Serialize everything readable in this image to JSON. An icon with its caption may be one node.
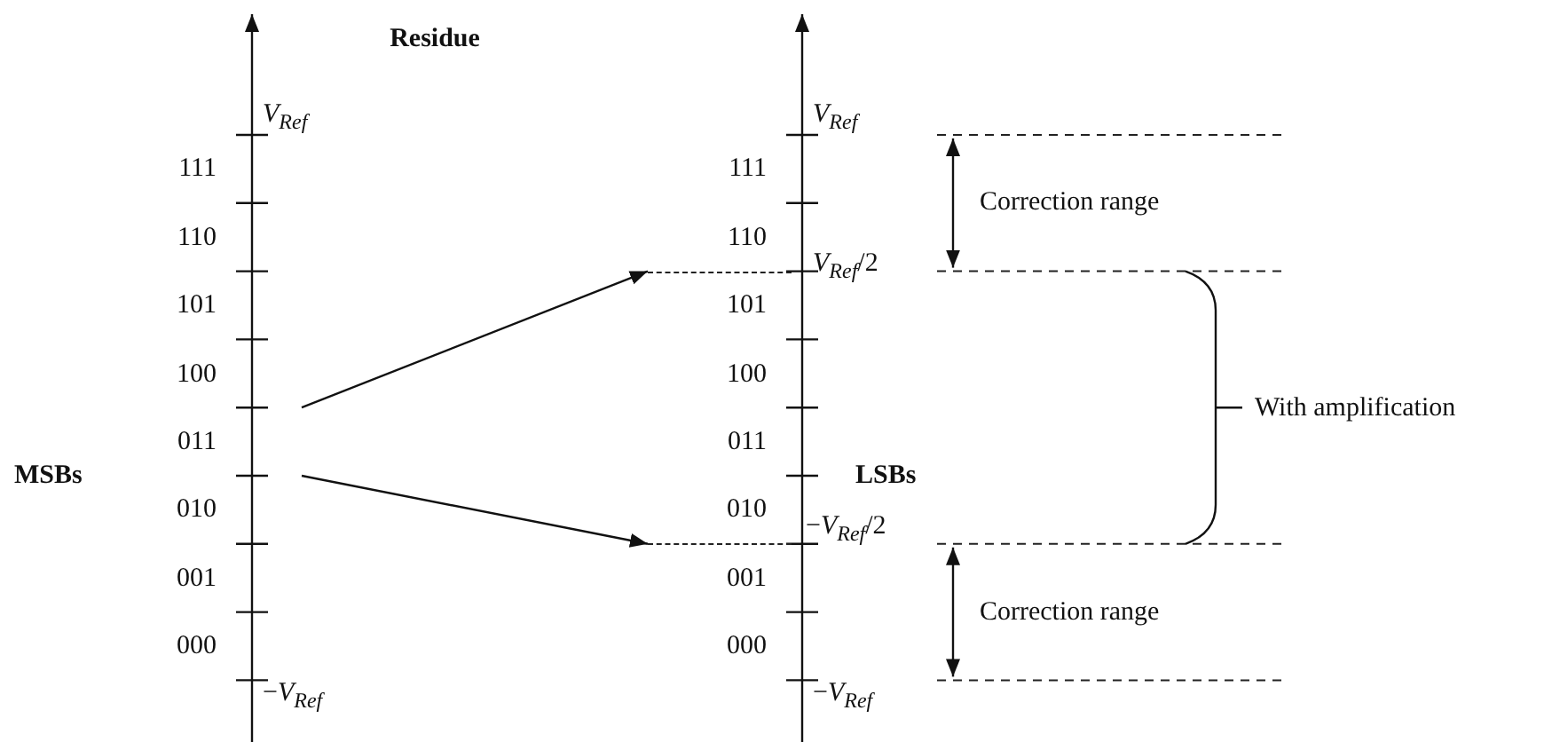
{
  "diagram": {
    "nodes": [
      {
        "text": [],
        "shape": "line"
      },
      {
        "text": [],
        "shape": "line"
      }
    ],
    "edges": [
      {
        "from": null,
        "to": 0,
        "arrow": "to"
      },
      {
        "from": null,
        "to": 1,
        "arrow": "to"
      }
    ],
    "labels": [
      "Residue",
      "*V*$_{Ref}$",
      "*V*$_{Ref}$",
      "111",
      "111",
      "Correction range",
      "110",
      "110",
      "*V*$_{Ref}$/2",
      "101",
      "101",
      "100",
      "100",
      "With amplification",
      "011",
      "011",
      "MSBs",
      "LSBs",
      "010",
      "010",
      "−*V*$_{Ref}$/2",
      "001",
      "001",
      "Correction range",
      "000",
      "000",
      "−*V*$_{Ref}$",
      "−*V*$_{Ref}$"
    ]
  }
}
